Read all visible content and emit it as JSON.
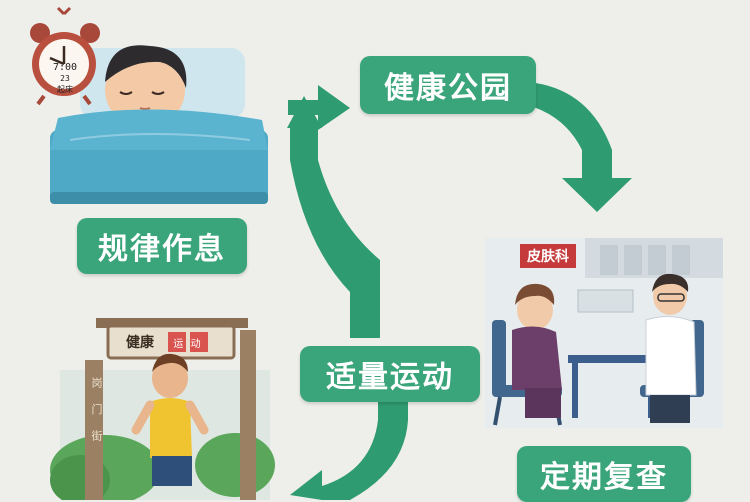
{
  "labels": {
    "regular_routine": "规律作息",
    "health_park": "健康公园",
    "moderate_exercise": "适量运动",
    "regular_checkup": "定期复查"
  },
  "clock": {
    "time": "7:00",
    "date": "23",
    "sub": "起床"
  },
  "clinic": {
    "sign": "皮肤科"
  },
  "park_gate": {
    "sign_text": "健康",
    "sign_glyphs": "运 动",
    "pillar_text": "岗 门 街"
  },
  "colors": {
    "label_bg": "#3aa57a",
    "arrow": "#2f9b70",
    "background": "#eeefeb"
  }
}
